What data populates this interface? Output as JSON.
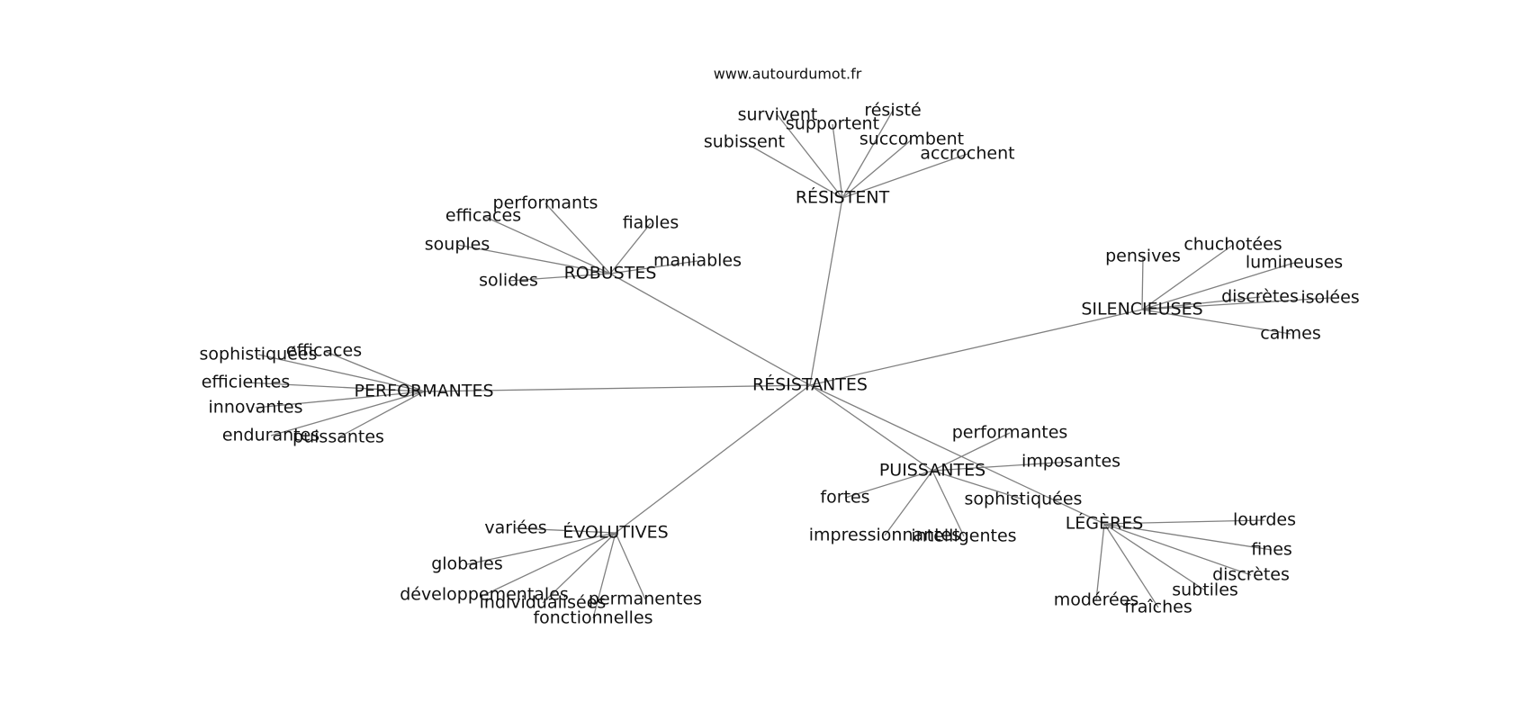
{
  "source": "www.autourdumot.fr",
  "center": "RÉSISTANTES",
  "clusters": [
    {
      "hub": "RÉSISTENT",
      "words": [
        "survivent",
        "supportent",
        "résisté",
        "subissent",
        "succombent",
        "accrochent"
      ]
    },
    {
      "hub": "ROBUSTES",
      "words": [
        "performants",
        "efficaces",
        "fiables",
        "souples",
        "maniables",
        "solides"
      ]
    },
    {
      "hub": "SILENCIEUSES",
      "words": [
        "chuchotées",
        "pensives",
        "lumineuses",
        "discrètes",
        "isolées",
        "calmes"
      ]
    },
    {
      "hub": "PERFORMANTES",
      "words": [
        "efficaces",
        "sophistiquées",
        "efficientes",
        "innovantes",
        "endurantes",
        "puissantes"
      ]
    },
    {
      "hub": "PUISSANTES",
      "words": [
        "performantes",
        "imposantes",
        "fortes",
        "sophistiquées",
        "impressionnantes",
        "intelligentes"
      ]
    },
    {
      "hub": "LÉGÈRES",
      "words": [
        "lourdes",
        "fines",
        "discrètes",
        "subtiles",
        "modérées",
        "fraîches"
      ]
    },
    {
      "hub": "ÉVOLUTIVES",
      "words": [
        "variées",
        "globales",
        "développementales",
        "individualisées",
        "permanentes",
        "fonctionnelles"
      ]
    }
  ]
}
